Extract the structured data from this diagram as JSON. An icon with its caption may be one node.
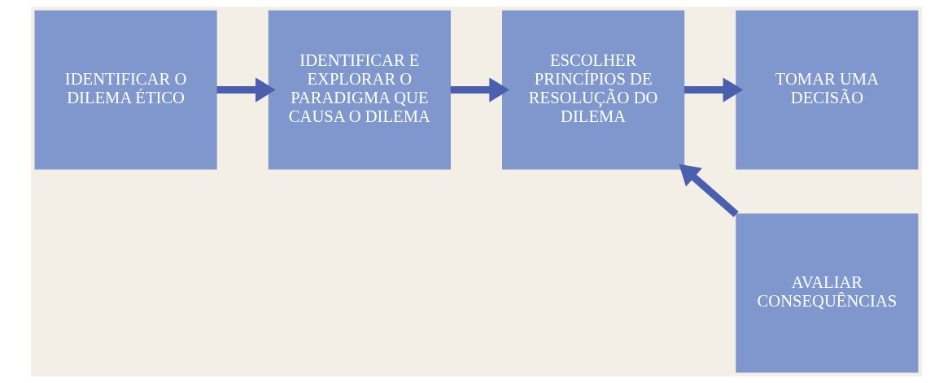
{
  "diagram": {
    "nodes": [
      {
        "text": [
          "IDENTIFICAR O DILEMA ÉTICO"
        ]
      },
      {
        "text": [
          "IDENTIFICAR E EXPLORAR O PARADIGMA QUE CAUSA O DILEMA"
        ]
      },
      {
        "text": [
          "ESCOLHER PRINCÍPIOS DE RESOLUÇÃO DO DILEMA"
        ]
      },
      {
        "text": [
          "TOMAR UMA DECISÃO"
        ]
      },
      {
        "text": [
          "AVALIAR CONSEQUÊNCIAS"
        ]
      }
    ],
    "edges": [
      {
        "from": 0,
        "to": 1,
        "arrow": "to"
      },
      {
        "from": 1,
        "to": 2,
        "arrow": "to"
      },
      {
        "from": 2,
        "to": 3,
        "arrow": "to"
      },
      {
        "from": 4,
        "to": 2,
        "arrow": "to"
      }
    ]
  }
}
